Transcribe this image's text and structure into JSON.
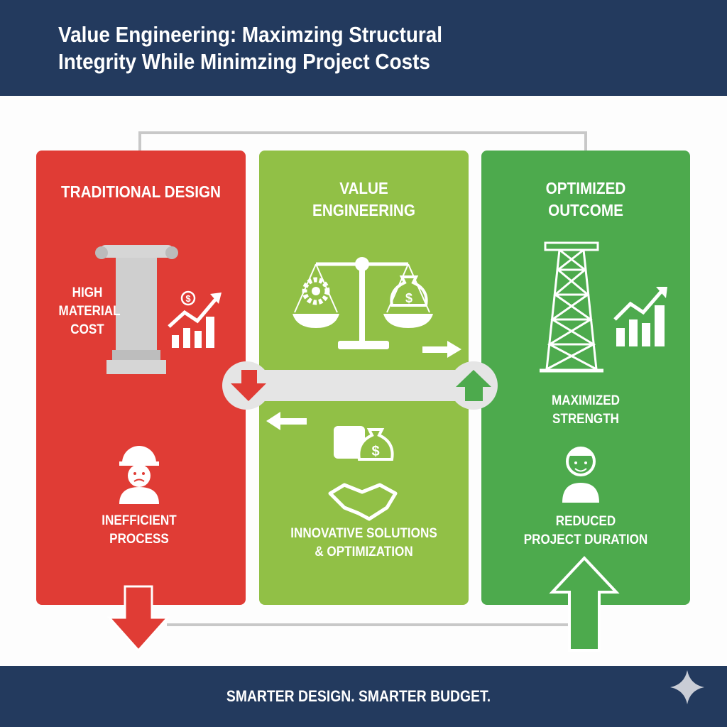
{
  "header": {
    "title_line1": "Value Engineering: Maximzing Structural",
    "title_line2": "Integrity While Minimzing Project Costs"
  },
  "panels": {
    "traditional": {
      "title": "TRADITIONAL DESIGN",
      "cost_label_1": "HIGH",
      "cost_label_2": "MATERIAL",
      "cost_label_3": "COST",
      "process_label_1": "INEFFICIENT",
      "process_label_2": "PROCESS",
      "color": "#e03c35"
    },
    "value": {
      "title_1": "VALUE",
      "title_2": "ENGINEERING",
      "label_1": "INNOVATIVE SOLUTIONS",
      "label_2": "& OPTIMIZATION",
      "color": "#91c046"
    },
    "outcome": {
      "title_1": "OPTIMIZED",
      "title_2": "OUTCOME",
      "strength_1": "MAXIMIZED",
      "strength_2": "STRENGTH",
      "duration_1": "REDUCED",
      "duration_2": "PROJECT DURATION",
      "color": "#4daa4d"
    }
  },
  "footer": {
    "tagline": "SMARTER DESIGN. SMARTER BUDGET.",
    "icon": "sparkle-icon"
  },
  "colors": {
    "navy": "#233a5e",
    "connector": "#c8c8c8"
  }
}
